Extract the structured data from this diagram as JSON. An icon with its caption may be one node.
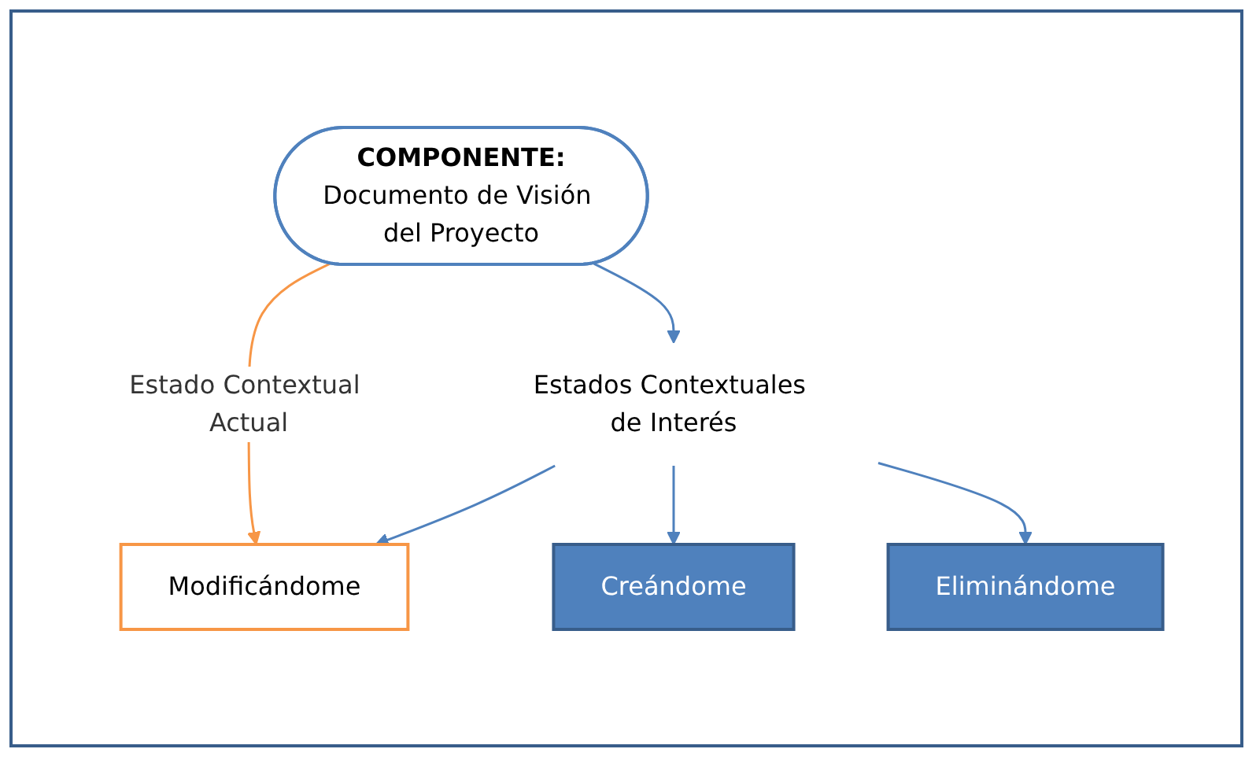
{
  "diagram": {
    "nodes": [
      {
        "text": [
          "COMPONENTE:",
          "Documento de Visión del Proyecto"
        ]
      },
      {
        "text": [
          "Creándome"
        ]
      },
      {
        "text": [
          "Modificándome"
        ]
      },
      {
        "text": [
          "Eliminándome"
        ]
      },
      {
        "text": [
          "Estados Contextuales de Interés"
        ]
      }
    ],
    "edges": [
      {
        "from": 0,
        "to": 2,
        "arrow": "to",
        "label": "Estado Contextual Actual",
        "color": "#f79646"
      },
      {
        "from": 0,
        "to": 4,
        "arrow": "to"
      },
      {
        "from": 4,
        "to": 1,
        "arrow": "to"
      },
      {
        "from": 4,
        "to": 2,
        "arrow": "to"
      },
      {
        "from": 4,
        "to": 3,
        "arrow": "to"
      }
    ]
  }
}
